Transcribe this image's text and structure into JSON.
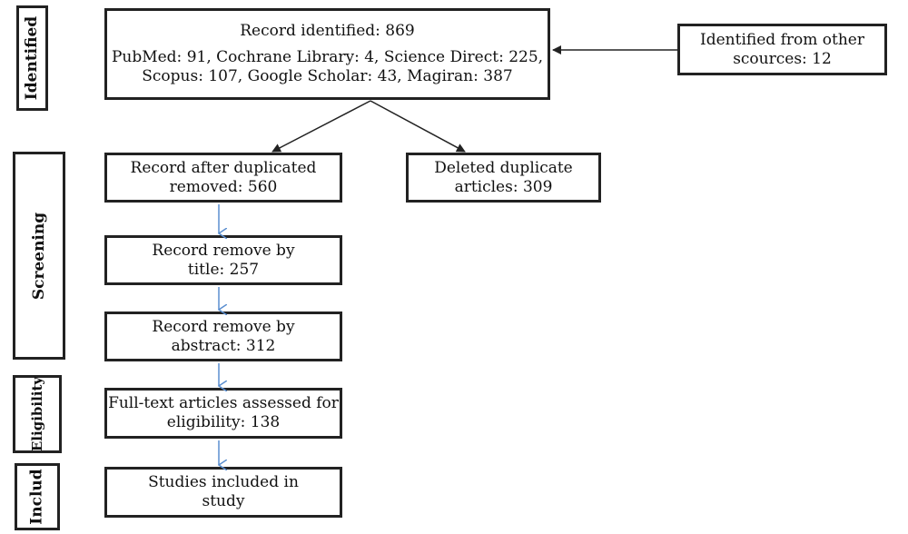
{
  "stages": {
    "identified": "Identified",
    "screening": "Screening",
    "eligibility": "Eligibility",
    "included": "Includ"
  },
  "boxes": {
    "records_identified": {
      "title": "Record identified: 869",
      "line1": "PubMed: 91, Cochrane Library: 4, Science Direct: 225,",
      "line2": "Scopus: 107, Google Scholar: 43, Magiran: 387"
    },
    "other_sources": {
      "line1": "Identified from other",
      "line2": "scources: 12"
    },
    "after_duplicates": {
      "line1": "Record after duplicated",
      "line2": "removed: 560"
    },
    "deleted_duplicates": {
      "line1": "Deleted duplicate",
      "line2": "articles: 309"
    },
    "removed_title": {
      "line1": "Record remove by",
      "line2": "title: 257"
    },
    "removed_abstract": {
      "line1": "Record remove by",
      "line2": "abstract: 312"
    },
    "full_text": {
      "line1": "Full-text articles assessed for",
      "line2": "eligibility: 138"
    },
    "included": {
      "line1": "Studies included in",
      "line2": "study"
    }
  },
  "colors": {
    "border": "#222222",
    "arrow_black": "#222222",
    "arrow_blue": "#5b8fd0"
  }
}
